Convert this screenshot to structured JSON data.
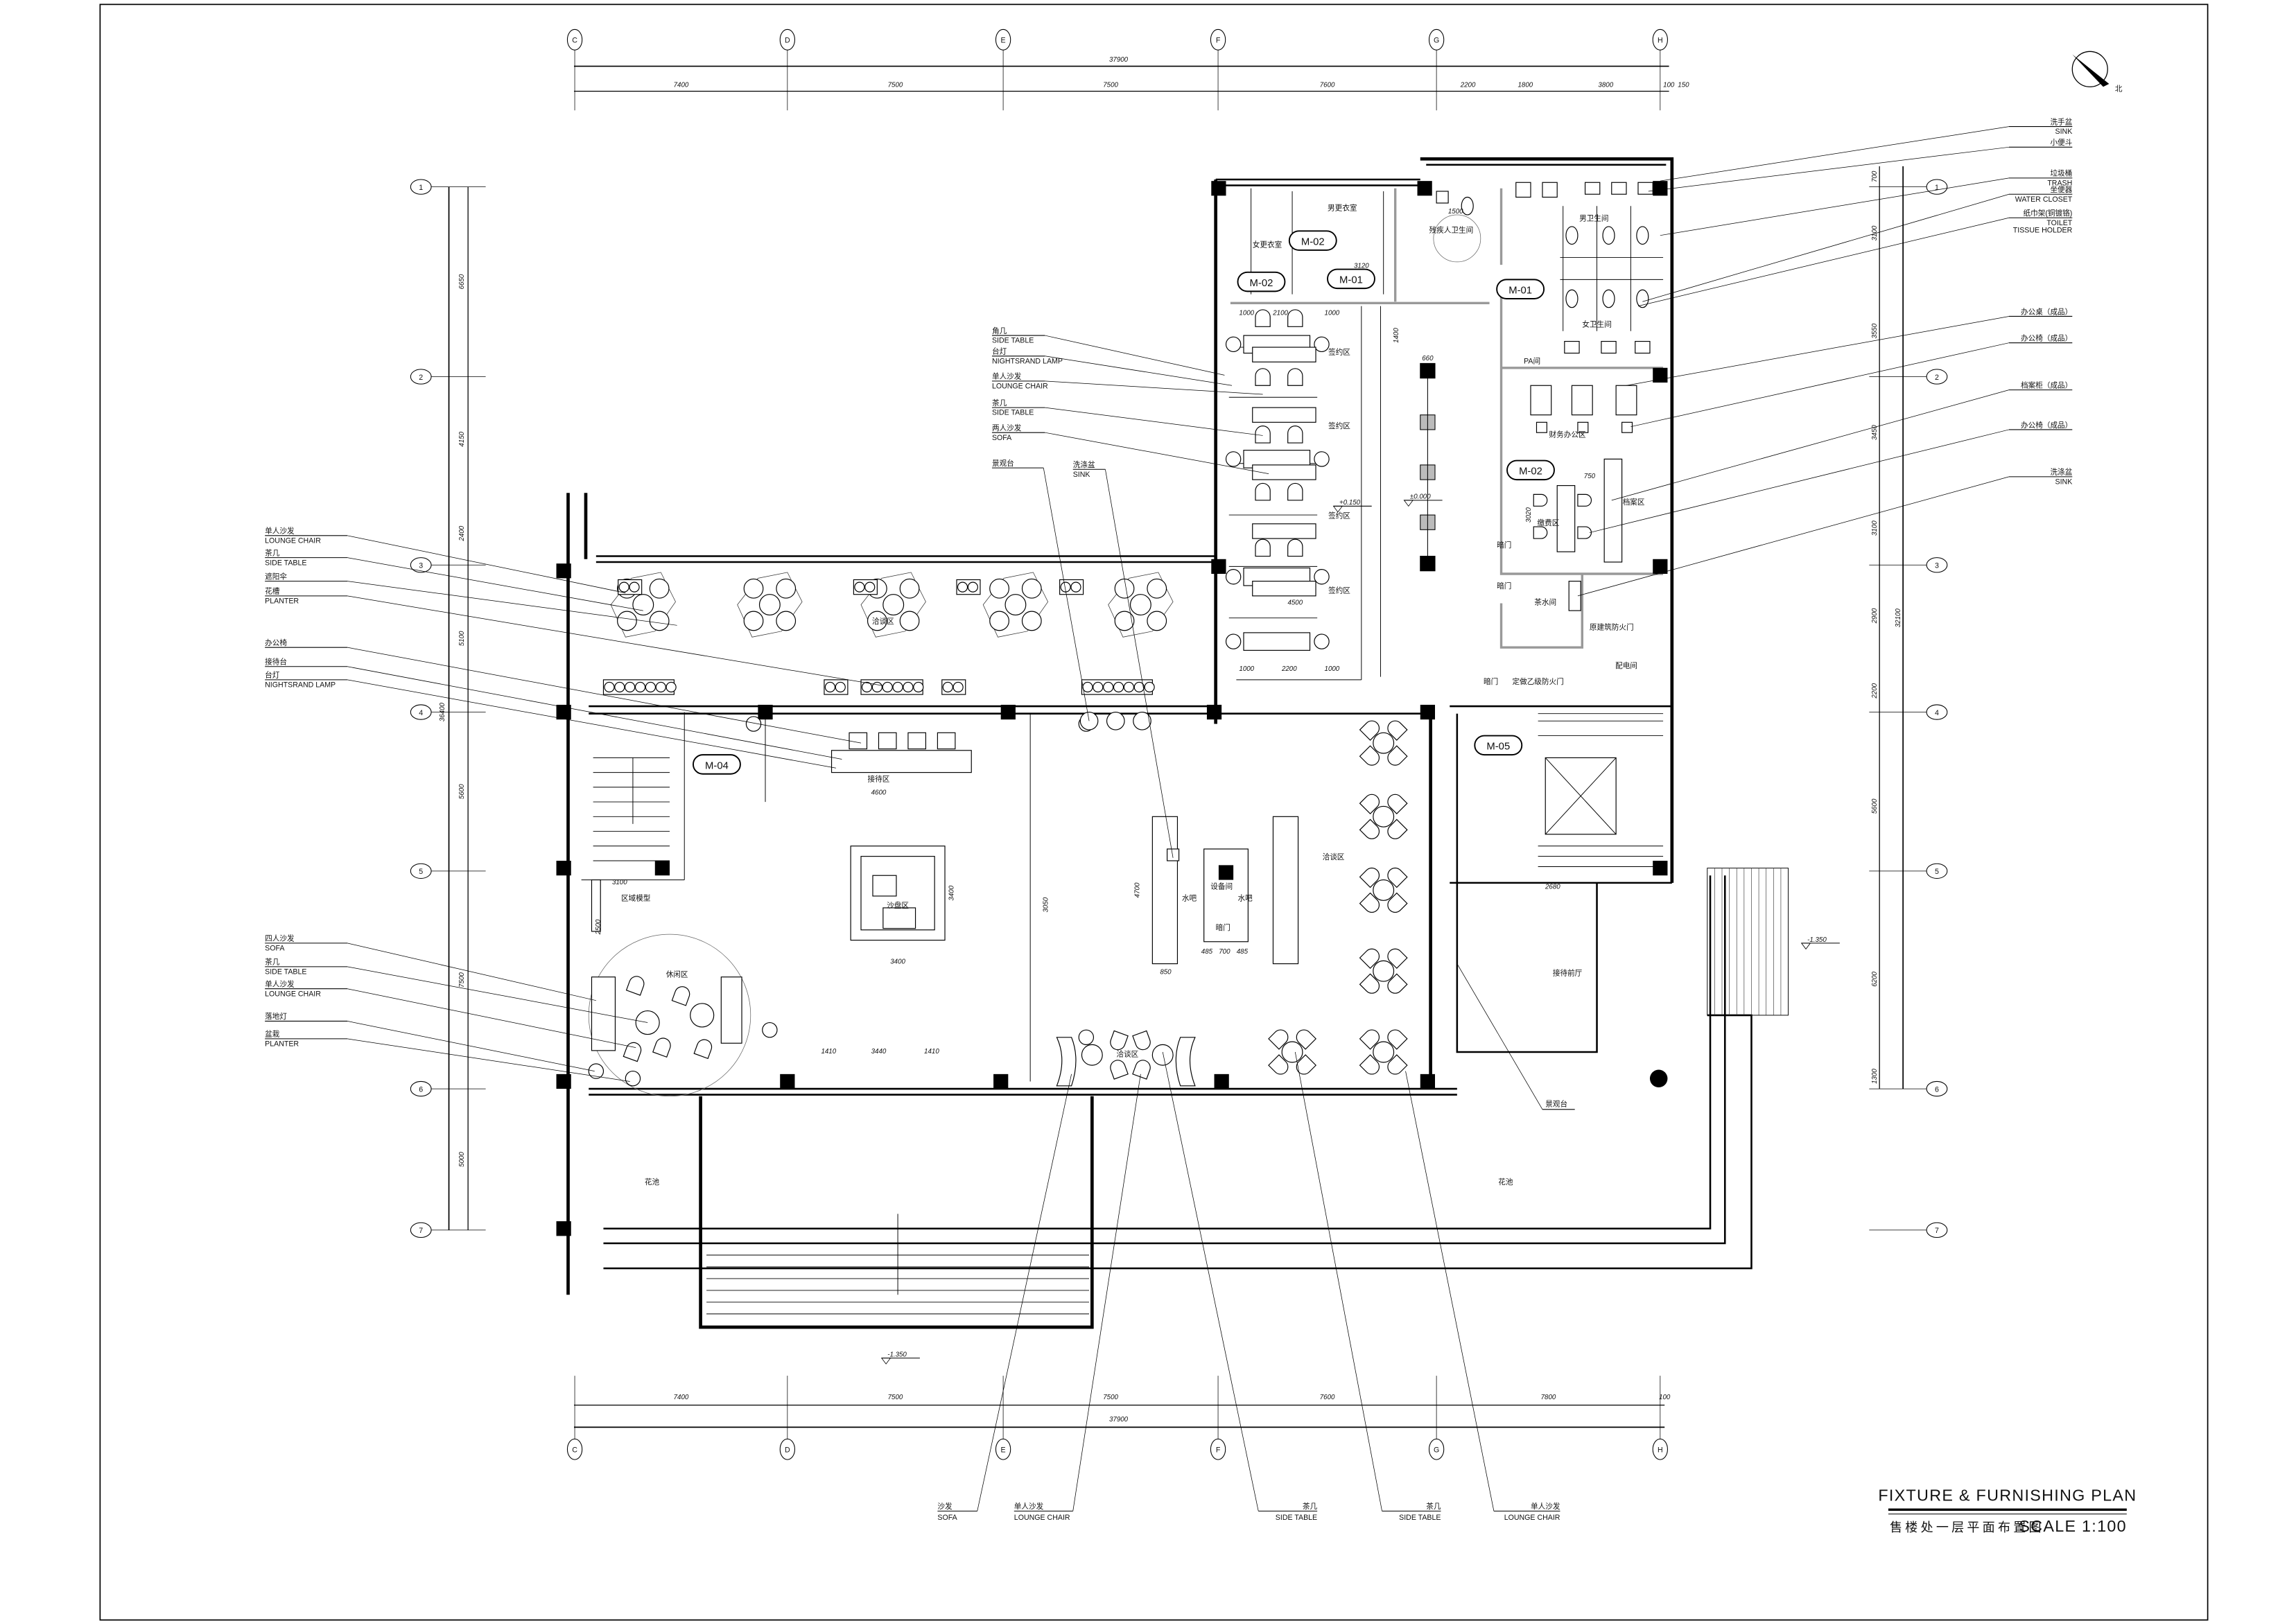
{
  "drawing": {
    "title_en": "FIXTURE & FURNISHING PLAN",
    "title_cn": "售楼处一层平面布置图",
    "scale": "SCALE 1:100",
    "north": "北"
  },
  "grid": {
    "columns": [
      "C",
      "D",
      "E",
      "F",
      "G",
      "H"
    ],
    "rows": [
      "1",
      "2",
      "3",
      "4",
      "5",
      "6",
      "7"
    ]
  },
  "dimensions": {
    "top_total": "37900",
    "top": [
      "7400",
      "7500",
      "7500",
      "7600",
      "2200",
      "1800",
      "3800",
      "100",
      "150"
    ],
    "bottom_total": "37900",
    "bottom": [
      "7400",
      "7500",
      "7500",
      "7600",
      "7800",
      "100"
    ],
    "left_total": "36400",
    "left": [
      "6650",
      "4150",
      "2400",
      "5100",
      "5600",
      "7500",
      "5000"
    ],
    "right_total": "32100",
    "right": [
      "700",
      "3100",
      "3550",
      "3450",
      "3100",
      "2900",
      "2200",
      "5600",
      "6200",
      "1300"
    ]
  },
  "callouts": {
    "left_upper": [
      {
        "cn": "单人沙发",
        "en": "LOUNGE CHAIR"
      },
      {
        "cn": "茶几",
        "en": "SIDE TABLE"
      },
      {
        "cn": "遮阳伞"
      },
      {
        "cn": "花槽",
        "en": "PLANTER"
      },
      {
        "cn": "办公椅"
      },
      {
        "cn": "接待台"
      },
      {
        "cn": "台灯",
        "en": "NIGHTSRAND LAMP"
      }
    ],
    "left_lower": [
      {
        "cn": "四人沙发",
        "en": "SOFA"
      },
      {
        "cn": "茶几",
        "en": "SIDE TABLE"
      },
      {
        "cn": "单人沙发",
        "en": "LOUNGE CHAIR"
      },
      {
        "cn": "落地灯"
      },
      {
        "cn": "盆栽",
        "en": "PLANTER"
      }
    ],
    "center": [
      {
        "cn": "角几",
        "en": "SIDE TABLE"
      },
      {
        "cn": "台灯",
        "en": "NIGHTSRAND LAMP"
      },
      {
        "cn": "单人沙发",
        "en": "LOUNGE CHAIR"
      },
      {
        "cn": "茶几",
        "en": "SIDE TABLE"
      },
      {
        "cn": "两人沙发",
        "en": "SOFA"
      },
      {
        "cn": "景观台"
      },
      {
        "cn": "洗涤盆",
        "en": "SINK"
      }
    ],
    "right": [
      {
        "cn": "洗手盆",
        "en": "SINK"
      },
      {
        "cn": "小便斗"
      },
      {
        "cn": "垃圾桶",
        "en": "TRASH"
      },
      {
        "cn": "坐便器",
        "en": "WATER CLOSET"
      },
      {
        "cn": "纸巾架(铜镀铬)",
        "en": "TOILET",
        "en2": "TISSUE HOLDER"
      },
      {
        "cn": "办公桌（成品）"
      },
      {
        "cn": "办公椅（成品）"
      },
      {
        "cn": "档案柜（成品）"
      },
      {
        "cn": "办公椅（成品）"
      },
      {
        "cn": "洗涤盆",
        "en": "SINK"
      }
    ],
    "bottom": [
      {
        "cn": "沙发",
        "en": "SOFA"
      },
      {
        "cn": "单人沙发",
        "en": "LOUNGE CHAIR"
      },
      {
        "cn": "茶几",
        "en": "SIDE TABLE"
      },
      {
        "cn": "茶几",
        "en": "SIDE TABLE"
      },
      {
        "cn": "单人沙发",
        "en": "LOUNGE CHAIR"
      }
    ],
    "landscape_counter": "景观台"
  },
  "rooms": [
    "女更衣室",
    "男更衣室",
    "残疾人卫生间",
    "男卫生间",
    "女卫生间",
    "PA间",
    "签约区",
    "签约区",
    "签约区",
    "签约区",
    "财务办公区",
    "档案区",
    "缴费区",
    "暗门",
    "暗门",
    "茶水间",
    "原建筑防火门",
    "配电间",
    "暗门",
    "定做乙级防火门",
    "洽谈区",
    "接待区",
    "沙盘区",
    "区域模型",
    "休闲区",
    "水吧",
    "设备间",
    "水吧",
    "暗门",
    "洽谈区",
    "洽谈区",
    "接待前厅",
    "花池",
    "花池"
  ],
  "door_tags": [
    "M-02",
    "M-02",
    "M-01",
    "M-01",
    "M-02",
    "M-04",
    "M-05"
  ],
  "levels": [
    "±0.000",
    "+0.150",
    "-1.350",
    "-1.350"
  ],
  "plan_dims": [
    "4600",
    "3400",
    "3400",
    "4700",
    "850",
    "1000",
    "2100",
    "1000",
    "1000",
    "2200",
    "1000",
    "4500",
    "1500",
    "3120",
    "660",
    "3020",
    "750",
    "2680",
    "485",
    "700",
    "485",
    "3440",
    "1410",
    "1410",
    "3100",
    "2500",
    "3050",
    "1400"
  ]
}
